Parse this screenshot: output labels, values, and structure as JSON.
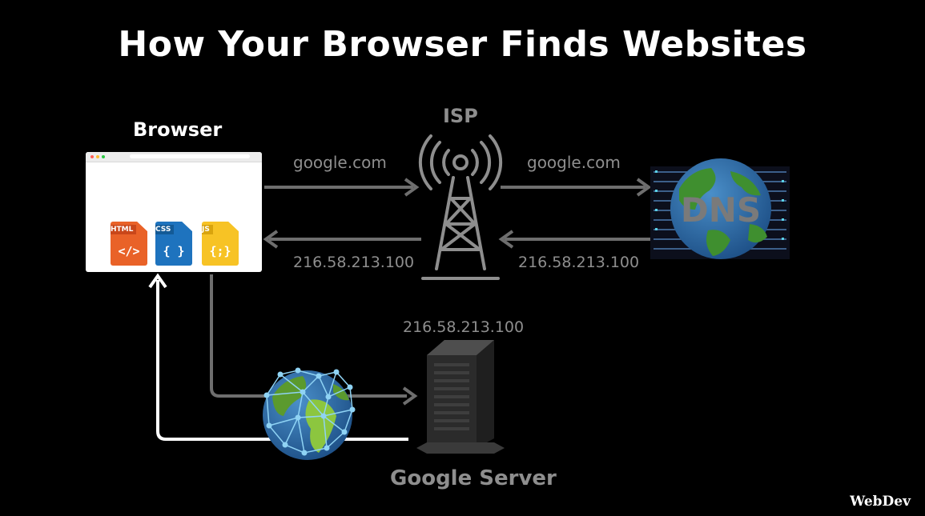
{
  "title": "How Your Browser Finds Websites",
  "nodes": {
    "browser": "Browser",
    "isp": "ISP",
    "dns": "DNS",
    "server": "Google Server"
  },
  "files": {
    "html_tag": "HTML",
    "html_symbol": "</>",
    "css_tag": "CSS",
    "css_symbol": "{ }",
    "js_tag": "JS",
    "js_symbol": "{;}"
  },
  "flows": {
    "browser_to_isp": "google.com",
    "isp_to_dns": "google.com",
    "isp_to_browser": "216.58.213.100",
    "dns_to_isp": "216.58.213.100",
    "server_ip": "216.58.213.100"
  },
  "logo": "WebDev",
  "colors": {
    "background": "#000000",
    "arrow_gray": "#6e6e6e",
    "arrow_white": "#ffffff",
    "html_orange": "#e96228",
    "css_blue": "#1e73be",
    "js_yellow": "#f7c325"
  }
}
